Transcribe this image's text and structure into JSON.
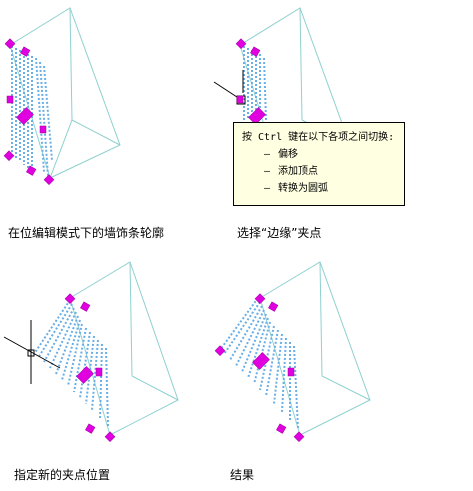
{
  "captions": {
    "panel1": "在位编辑模式下的墙饰条轮廓",
    "panel2": "选择“边缘”夹点",
    "panel3": "指定新的夹点位置",
    "panel4": "结果"
  },
  "tooltip": {
    "header": "按 Ctrl 键在以下各项之间切换:",
    "items": [
      "偏移",
      "添加顶点",
      "转换为圆弧"
    ],
    "bullet": "–"
  },
  "colors": {
    "wireframe": "#8fd0d0",
    "hatch": "#6aaee6",
    "grip": "#e000e0",
    "tooltip_bg": "#ffffe1"
  },
  "icons": {
    "grip": "magenta-diamond-grip-icon",
    "cursor": "crosshair-cursor-icon"
  }
}
